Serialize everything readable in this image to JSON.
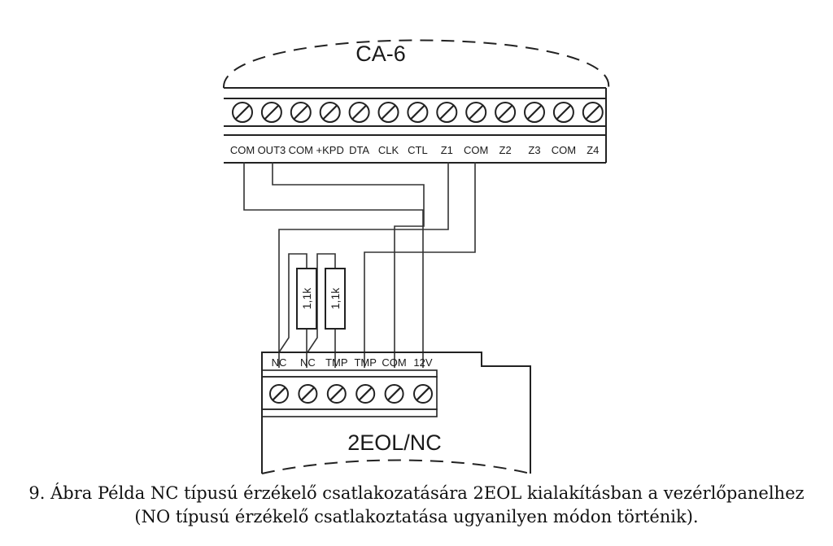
{
  "ca6": {
    "title": "CA-6",
    "terminals": [
      "COM",
      "OUT3",
      "COM",
      "+KPD",
      "DTA",
      "CLK",
      "CTL",
      "Z1",
      "COM",
      "Z2",
      "Z3",
      "COM",
      "Z4"
    ]
  },
  "detector": {
    "title": "2EOL/NC",
    "terminals": [
      "NC",
      "NC",
      "TMP",
      "TMP",
      "COM",
      "12V"
    ]
  },
  "resistors": [
    {
      "value": "1,1k"
    },
    {
      "value": "1,1k"
    }
  ],
  "caption": {
    "line1": "9. Ábra Példa NC típusú érzékelő csatlakozatására 2EOL kialakításban a vezérlőpanelhez",
    "line2": "(NO típusú érzékelő csatlakoztatása ugyanilyen módon történik)."
  }
}
